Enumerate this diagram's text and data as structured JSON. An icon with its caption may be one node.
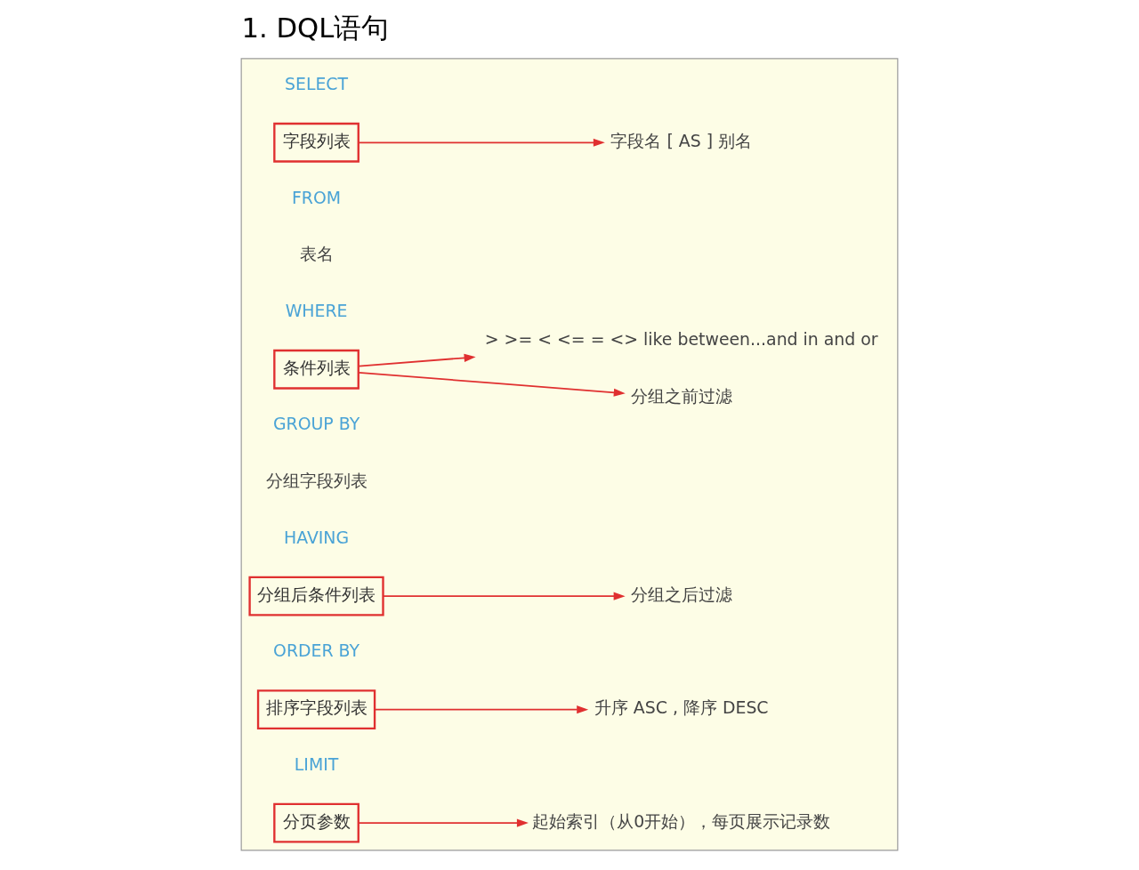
{
  "diagram": {
    "title": "1. DQL语句",
    "nodes": [
      {
        "text": [],
        "shape": "box"
      },
      {
        "text": [
          "字段列表"
        ],
        "in": 0
      },
      {
        "text": [
          "字段名 [ AS ] 别名"
        ],
        "in": 0
      },
      {
        "text": [
          "条件列表"
        ],
        "in": 0
      },
      {
        "text": [
          "> >= < <= = <> like between...and in and or"
        ],
        "in": 0
      },
      {
        "text": [
          "分组之前过滤"
        ],
        "in": 0
      },
      {
        "text": [
          "分组后条件列表"
        ],
        "in": 0
      },
      {
        "text": [
          "分组之后过滤"
        ],
        "in": 0
      },
      {
        "text": [
          "排序字段列表"
        ],
        "in": 0
      },
      {
        "text": [
          "升序 ASC , 降序 DESC"
        ],
        "in": 0
      },
      {
        "text": [
          "分页参数"
        ],
        "in": 0
      },
      {
        "text": [
          "起始索引（从0开始），每页展示记录数"
        ],
        "in": 0
      }
    ],
    "edges": [
      {
        "from": 1,
        "to": 2,
        "arrow": "to"
      },
      {
        "from": 3,
        "to": 4,
        "arrow": "to"
      },
      {
        "from": 3,
        "to": 5,
        "arrow": "to"
      },
      {
        "from": 6,
        "to": 7,
        "arrow": "to"
      },
      {
        "from": 8,
        "to": 9,
        "arrow": "to"
      },
      {
        "from": 10,
        "to": 11,
        "arrow": "to"
      }
    ],
    "labels": [
      "SELECT",
      "FROM",
      "表名",
      "WHERE",
      "GROUP BY",
      "分组字段列表",
      "HAVING",
      "ORDER BY",
      "LIMIT"
    ]
  }
}
